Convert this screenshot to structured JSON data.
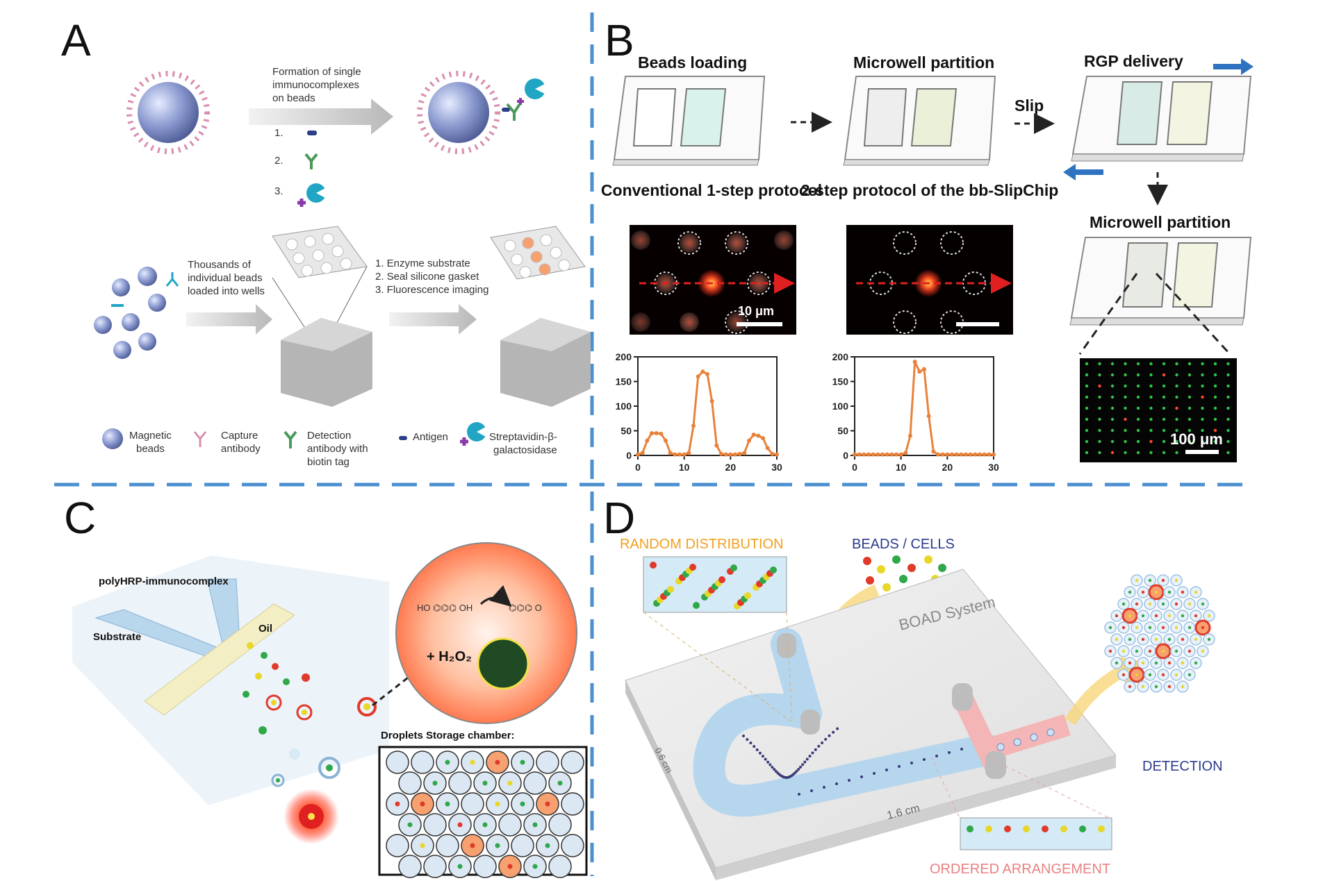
{
  "panels": {
    "A": {
      "letter": "A",
      "step_title": "Formation of single immunocomplexes on beads",
      "step_numbers": [
        "1.",
        "2.",
        "3."
      ],
      "loading_text": "Thousands of individual beads loaded into wells",
      "workflow_steps": [
        "1. Enzyme substrate",
        "2. Seal silicone gasket",
        "3. Fluorescence imaging"
      ],
      "legend": [
        {
          "label": "Magnetic beads",
          "icon": "magnetic-bead-icon"
        },
        {
          "label": "Capture antibody",
          "icon": "capture-antibody-icon"
        },
        {
          "label": "Detection antibody with biotin tag",
          "icon": "detection-antibody-icon"
        },
        {
          "label": "Antigen",
          "icon": "antigen-icon"
        },
        {
          "label": "Streptavidin-β-galactosidase",
          "icon": "streptavidin-icon"
        }
      ]
    },
    "B": {
      "letter": "B",
      "stage_titles": [
        "Beads loading",
        "Microwell partition",
        "Slip",
        "RGP delivery",
        "Microwell partition"
      ],
      "protocol_titles": [
        "Conventional 1-step protocol",
        "2-step protocol of the bb-SlipChip"
      ],
      "scale_bars": [
        "10 μm",
        "100 μm"
      ]
    },
    "C": {
      "letter": "C",
      "labels": {
        "immunocomplex": "polyHRP-immunocomplex",
        "substrate": "Substrate",
        "oil": "Oil",
        "reagent": "+ H₂O₂",
        "storage": "Droplets Storage chamber:"
      }
    },
    "D": {
      "letter": "D",
      "labels": {
        "random": "RANDOM DISTRIBUTION",
        "beads": "BEADS / CELLS",
        "system": "BOAD System",
        "detection": "DETECTION",
        "ordered": "ORDERED ARRANGEMENT",
        "length": "1.6 cm",
        "width": "0.6 cm"
      }
    }
  },
  "colors": {
    "divider": "#4a8fd0",
    "bead": "#7f8fc4",
    "orange": "#e8823a",
    "blue_arrow": "#2f73c0",
    "red_drop": "#e03a2a",
    "green_drop": "#2fa84a",
    "yellow_drop": "#e8d72a"
  },
  "chart_data": [
    {
      "type": "line",
      "title": "",
      "xlabel": "",
      "ylabel": "",
      "xlim": [
        0,
        30
      ],
      "ylim": [
        0,
        200
      ],
      "xticks": [
        0,
        10,
        20,
        30
      ],
      "yticks": [
        0,
        50,
        100,
        150,
        200
      ],
      "x": [
        0,
        1,
        2,
        3,
        4,
        5,
        6,
        7,
        8,
        9,
        10,
        11,
        12,
        13,
        14,
        15,
        16,
        17,
        18,
        19,
        20,
        21,
        22,
        23,
        24,
        25,
        26,
        27,
        28,
        29,
        30
      ],
      "y": [
        2,
        5,
        30,
        45,
        45,
        44,
        30,
        5,
        2,
        2,
        2,
        5,
        60,
        160,
        170,
        165,
        110,
        20,
        3,
        2,
        2,
        2,
        3,
        5,
        30,
        42,
        40,
        35,
        15,
        3,
        2
      ]
    },
    {
      "type": "line",
      "title": "",
      "xlabel": "",
      "ylabel": "",
      "xlim": [
        0,
        30
      ],
      "ylim": [
        0,
        200
      ],
      "xticks": [
        0,
        10,
        20,
        30
      ],
      "yticks": [
        0,
        50,
        100,
        150,
        200
      ],
      "x": [
        0,
        1,
        2,
        3,
        4,
        5,
        6,
        7,
        8,
        9,
        10,
        11,
        12,
        13,
        14,
        15,
        16,
        17,
        18,
        19,
        20,
        21,
        22,
        23,
        24,
        25,
        26,
        27,
        28,
        29,
        30
      ],
      "y": [
        2,
        2,
        2,
        2,
        2,
        2,
        2,
        2,
        2,
        2,
        2,
        5,
        40,
        190,
        170,
        175,
        80,
        8,
        2,
        2,
        2,
        2,
        2,
        2,
        2,
        2,
        2,
        2,
        2,
        2,
        2
      ]
    }
  ]
}
